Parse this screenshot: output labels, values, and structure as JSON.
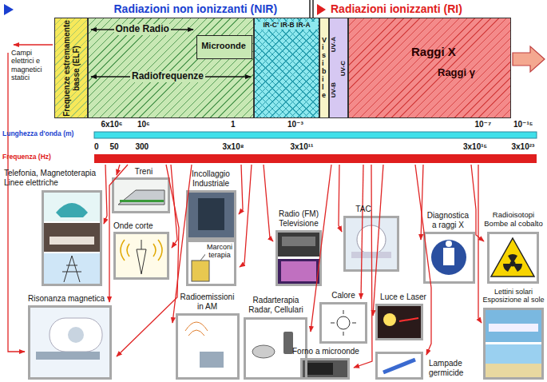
{
  "diagram": {
    "nodes": [
      {
        "text": [
          "Frequenze estremamente basse (ELF)"
        ]
      },
      {
        "text": [
          "Onde Radio",
          "Radiofrequenze"
        ]
      },
      {
        "text": [
          "Microonde"
        ],
        "in": 1
      },
      {
        "text": [
          "IR-C' IR-B IR-A"
        ]
      },
      {
        "text": [
          "Visibile"
        ]
      },
      {
        "text": [
          "UV-A",
          "UV-B",
          "UV-C"
        ]
      },
      {
        "text": [
          "Raggi X",
          "Raggi γ"
        ]
      },
      {
        "text": [
          "Telefonia, Magnetoterapia Linee elettriche"
        ]
      },
      {
        "text": [
          "Treni"
        ]
      },
      {
        "text": [
          "Onde corte"
        ]
      },
      {
        "text": [
          "Incollaggio Industriale"
        ]
      },
      {
        "text": [
          "Marconi terapia"
        ]
      },
      {
        "text": [
          "Radio (FM) Televisione"
        ]
      },
      {
        "text": [
          "TAC"
        ]
      },
      {
        "text": [
          "Diagnostica a raggi X"
        ]
      },
      {
        "text": [
          "Radioisotopi Bombe al cobalto"
        ]
      },
      {
        "text": [
          "Risonanza magnetica"
        ]
      },
      {
        "text": [
          "Radioemissioni in AM"
        ]
      },
      {
        "text": [
          "Radarterapia Radar, Cellulari"
        ]
      },
      {
        "text": [
          "Calore"
        ]
      },
      {
        "text": [
          "Forno a microonde"
        ]
      },
      {
        "text": [
          "Luce e Laser"
        ]
      },
      {
        "text": [
          "Lettini solari Esposizione al sole"
        ]
      },
      {
        "text": [
          "Lampade germicide"
        ]
      }
    ],
    "labels": [
      "Radiazioni non ionizzanti (NIR)",
      "Radiazioni ionizzanti (RI)",
      "Campi elettrici e magnetici statici",
      "Lunghezza d'onda (m)",
      "6x10⁶",
      "10⁶",
      "1",
      "10⁻³",
      "10⁻⁷",
      "10⁻¹⁵",
      "Frequenza (Hz)",
      "0",
      "50",
      "300",
      "3x10⁸",
      "3x10¹¹",
      "3x10¹⁵",
      "3x10²³"
    ]
  }
}
